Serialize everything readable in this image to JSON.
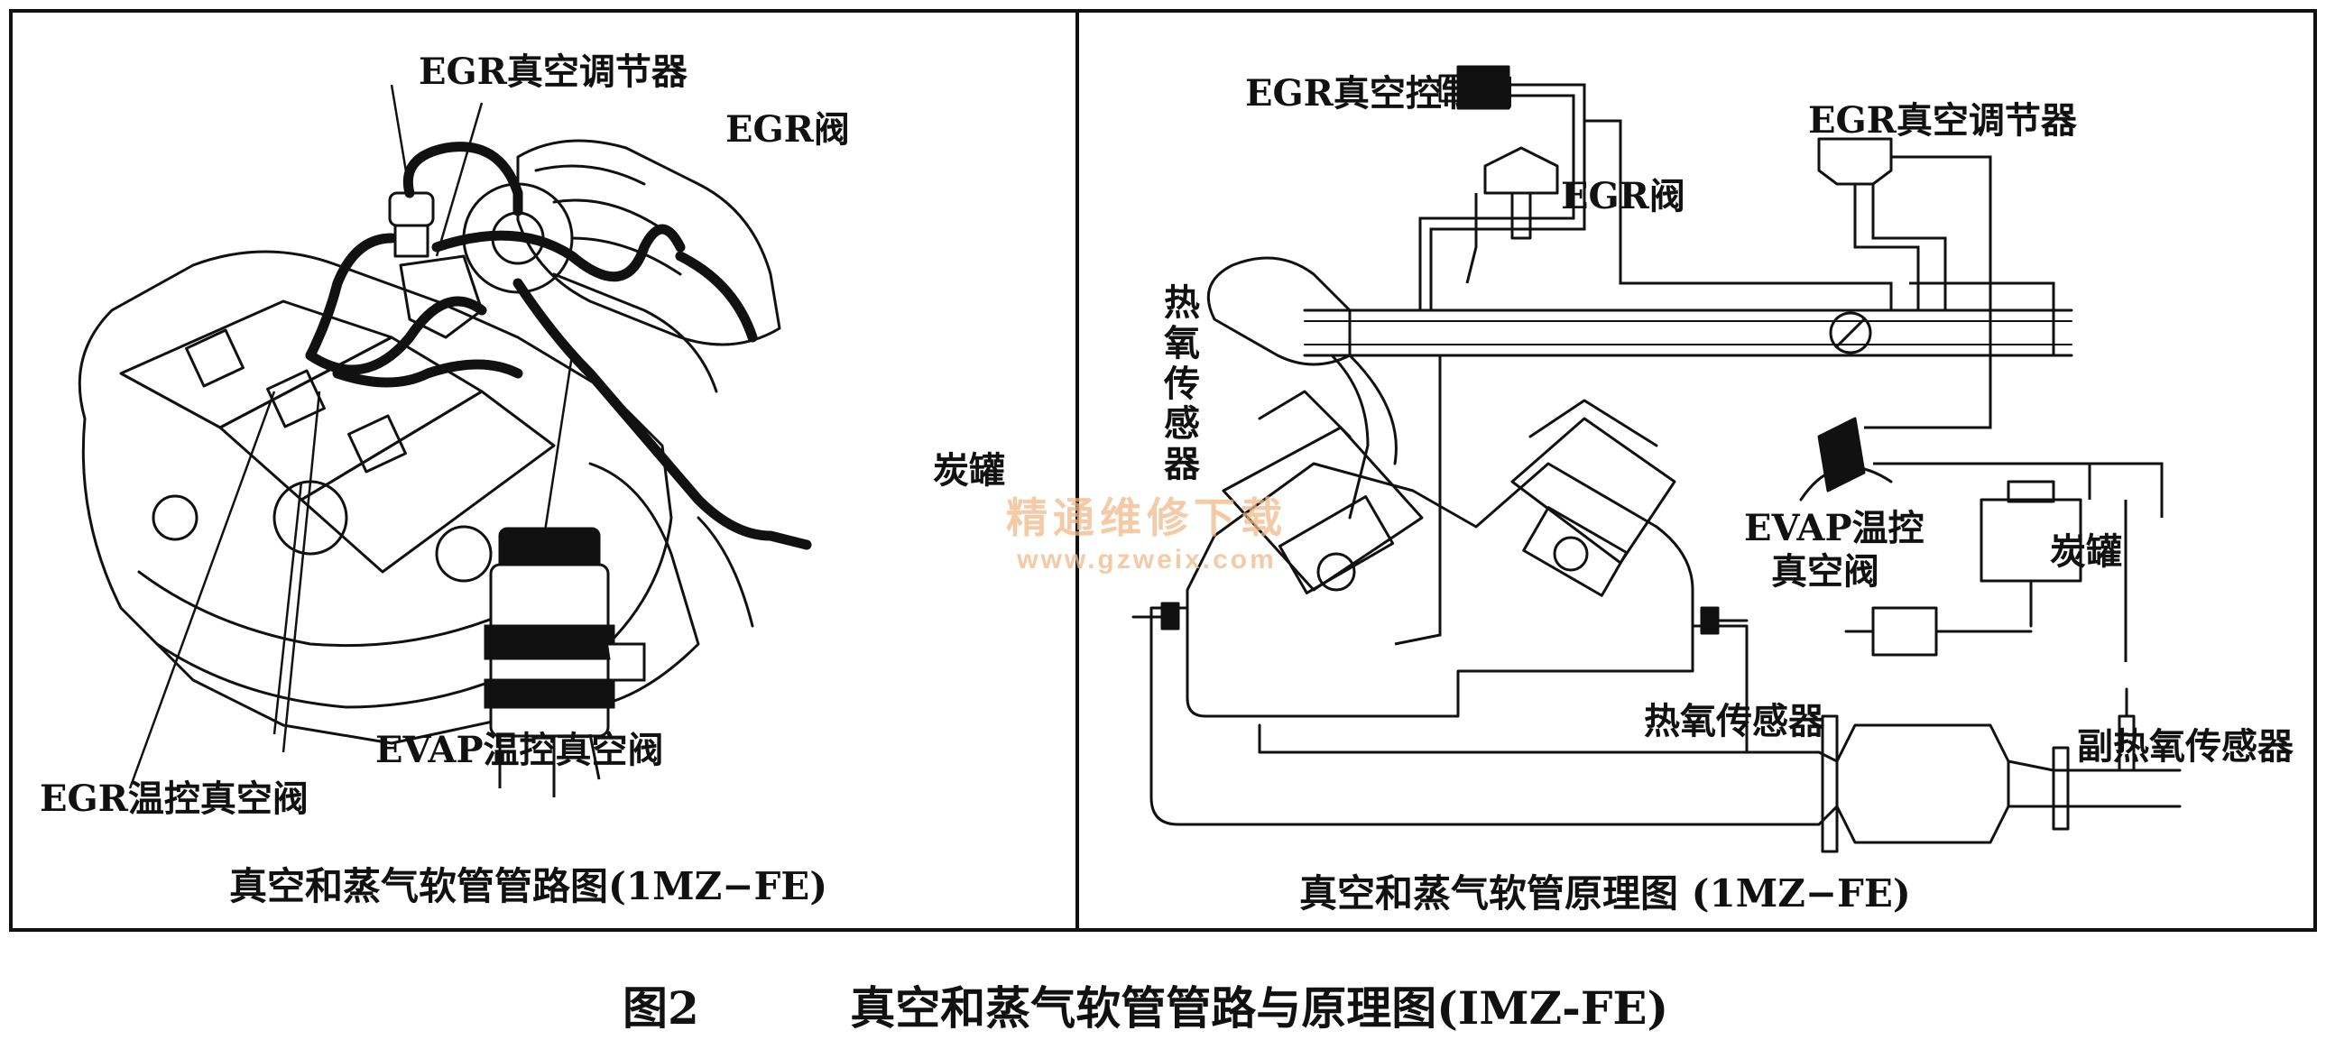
{
  "left_panel": {
    "labels": {
      "egr_vacuum_regulator": "EGR真空调节器",
      "egr_valve": "EGR阀",
      "canister": "炭罐",
      "evap_thermo_valve": "EVAP温控真空阀",
      "egr_thermo_valve": "EGR温控真空阀"
    },
    "caption": "真空和蒸气软管管路图(1MZ−FE)"
  },
  "right_panel": {
    "labels": {
      "egr_vacuum_control_valve": "EGR真空控制阀",
      "egr_vacuum_regulator": "EGR真空调节器",
      "egr_valve": "EGR阀",
      "oxygen_sensor_vertical": "热氧传感器",
      "evap_thermo_valve_line1": "EVAP温控",
      "evap_thermo_valve_line2": "真空阀",
      "canister": "炭罐",
      "oxygen_sensor": "热氧传感器",
      "sub_oxygen_sensor": "副热氧传感器"
    },
    "caption": "真空和蒸气软管原理图 (1MZ−FE)"
  },
  "watermark": {
    "line1": "精通维修下载",
    "line2": "www.gzweix.com"
  },
  "figure": {
    "number": "图2",
    "title": "真空和蒸气软管管路与原理图(IMZ-FE)"
  }
}
